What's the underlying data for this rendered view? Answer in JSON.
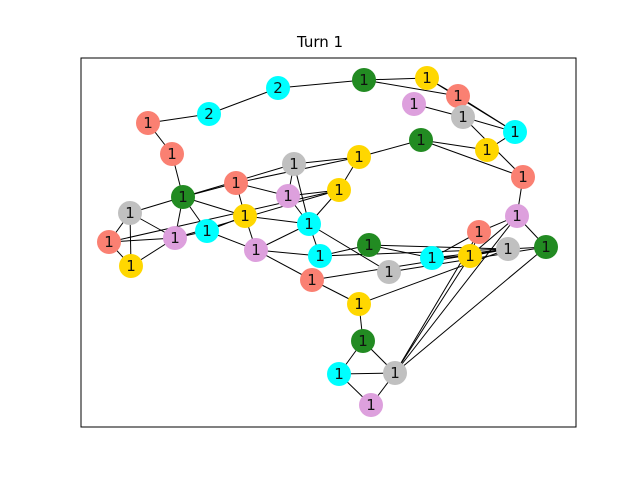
{
  "title": "Turn 1",
  "colors": {
    "green": "#228b22",
    "yellow": "#ffd700",
    "salmon": "#fa8072",
    "plum": "#dda0dd",
    "gray": "#c0c0c0",
    "cyan": "#00ffff"
  },
  "nodes": [
    {
      "id": "a1",
      "label": "1",
      "color": "green"
    },
    {
      "id": "a2",
      "label": "1",
      "color": "yellow"
    },
    {
      "id": "a3",
      "label": "1",
      "color": "plum"
    },
    {
      "id": "a4",
      "label": "1",
      "color": "salmon"
    },
    {
      "id": "a5",
      "label": "1",
      "color": "gray"
    },
    {
      "id": "a6",
      "label": "1",
      "color": "cyan"
    },
    {
      "id": "a7",
      "label": "1",
      "color": "green"
    },
    {
      "id": "a8",
      "label": "1",
      "color": "yellow"
    },
    {
      "id": "a9",
      "label": "1",
      "color": "salmon"
    },
    {
      "id": "c1",
      "label": "2",
      "color": "cyan"
    },
    {
      "id": "c2",
      "label": "2",
      "color": "cyan"
    },
    {
      "id": "s1",
      "label": "1",
      "color": "salmon"
    },
    {
      "id": "s2",
      "label": "1",
      "color": "salmon"
    },
    {
      "id": "g1",
      "label": "1",
      "color": "gray"
    },
    {
      "id": "y1",
      "label": "1",
      "color": "yellow"
    },
    {
      "id": "s3",
      "label": "1",
      "color": "salmon"
    },
    {
      "id": "y2",
      "label": "1",
      "color": "yellow"
    },
    {
      "id": "p1",
      "label": "1",
      "color": "plum"
    },
    {
      "id": "gr1",
      "label": "1",
      "color": "green"
    },
    {
      "id": "y3",
      "label": "1",
      "color": "yellow"
    },
    {
      "id": "cy1",
      "label": "1",
      "color": "cyan"
    },
    {
      "id": "gy1",
      "label": "1",
      "color": "gray"
    },
    {
      "id": "s4",
      "label": "1",
      "color": "salmon"
    },
    {
      "id": "p2",
      "label": "1",
      "color": "plum"
    },
    {
      "id": "cy2",
      "label": "1",
      "color": "cyan"
    },
    {
      "id": "p3",
      "label": "1",
      "color": "plum"
    },
    {
      "id": "y4",
      "label": "1",
      "color": "yellow"
    },
    {
      "id": "cy3",
      "label": "1",
      "color": "cyan"
    },
    {
      "id": "gr2",
      "label": "1",
      "color": "green"
    },
    {
      "id": "gy2",
      "label": "1",
      "color": "gray"
    },
    {
      "id": "s5",
      "label": "1",
      "color": "salmon"
    },
    {
      "id": "cy4",
      "label": "1",
      "color": "cyan"
    },
    {
      "id": "y5",
      "label": "1",
      "color": "yellow"
    },
    {
      "id": "s6",
      "label": "1",
      "color": "salmon"
    },
    {
      "id": "gy3",
      "label": "1",
      "color": "gray"
    },
    {
      "id": "gr3",
      "label": "1",
      "color": "green"
    },
    {
      "id": "p4",
      "label": "1",
      "color": "plum"
    },
    {
      "id": "y6",
      "label": "1",
      "color": "yellow"
    },
    {
      "id": "gr4",
      "label": "1",
      "color": "green"
    },
    {
      "id": "cy5",
      "label": "1",
      "color": "cyan"
    },
    {
      "id": "gy4",
      "label": "1",
      "color": "gray"
    },
    {
      "id": "p5",
      "label": "1",
      "color": "plum"
    },
    {
      "id": "gy5",
      "label": "1",
      "color": "gray"
    },
    {
      "id": "s7",
      "label": "1",
      "color": "salmon"
    },
    {
      "id": "y7",
      "label": "1",
      "color": "yellow"
    },
    {
      "id": "cy6",
      "label": "1",
      "color": "cyan"
    },
    {
      "id": "gr5",
      "label": "1",
      "color": "green"
    },
    {
      "id": "s8",
      "label": "1",
      "color": "salmon"
    },
    {
      "id": "p6",
      "label": "1",
      "color": "plum"
    }
  ],
  "edges": [
    [
      "c2",
      "c1"
    ],
    [
      "c1",
      "a1"
    ],
    [
      "a1",
      "a2"
    ],
    [
      "a1",
      "a4"
    ],
    [
      "a2",
      "a4"
    ],
    [
      "a2",
      "a6"
    ],
    [
      "a4",
      "a5"
    ],
    [
      "a5",
      "a6"
    ],
    [
      "a4",
      "a6"
    ],
    [
      "a3",
      "a5"
    ],
    [
      "a7",
      "a9"
    ],
    [
      "a5",
      "a9"
    ],
    [
      "a8",
      "a6"
    ],
    [
      "a7",
      "a8"
    ],
    [
      "a9",
      "s8"
    ],
    [
      "s8",
      "p6"
    ],
    [
      "p6",
      "gy4"
    ],
    [
      "p6",
      "s7"
    ],
    [
      "p6",
      "gr5"
    ],
    [
      "s7",
      "gy4"
    ],
    [
      "gr5",
      "gy4"
    ],
    [
      "gy4",
      "y7"
    ],
    [
      "y7",
      "s7"
    ],
    [
      "s7",
      "cy6"
    ],
    [
      "y7",
      "cy6"
    ],
    [
      "c2",
      "s1"
    ],
    [
      "s1",
      "s2"
    ],
    [
      "s2",
      "gr1"
    ],
    [
      "gr1",
      "y3"
    ],
    [
      "gr1",
      "g1"
    ],
    [
      "gr1",
      "s3"
    ],
    [
      "gr1",
      "cy1"
    ],
    [
      "gr1",
      "gy1"
    ],
    [
      "gr1",
      "p2"
    ],
    [
      "gy1",
      "s4"
    ],
    [
      "gy1",
      "p2"
    ],
    [
      "s4",
      "y2"
    ],
    [
      "s4",
      "p2"
    ],
    [
      "p2",
      "y2"
    ],
    [
      "s3",
      "y1"
    ],
    [
      "s3",
      "p1"
    ],
    [
      "s3",
      "y3"
    ],
    [
      "g1",
      "p1"
    ],
    [
      "g1",
      "cy2"
    ],
    [
      "g1",
      "y1"
    ],
    [
      "y1",
      "y2"
    ],
    [
      "p1",
      "y2"
    ],
    [
      "p1",
      "cy2"
    ],
    [
      "y2",
      "cy2"
    ],
    [
      "y1",
      "a7"
    ],
    [
      "y3",
      "cy1"
    ],
    [
      "y3",
      "p3"
    ],
    [
      "cy1",
      "p3"
    ],
    [
      "cy1",
      "p2"
    ],
    [
      "y3",
      "cy2"
    ],
    [
      "cy2",
      "p3"
    ],
    [
      "cy2",
      "cy3"
    ],
    [
      "cy2",
      "gy2"
    ],
    [
      "p3",
      "cy3"
    ],
    [
      "p3",
      "s5"
    ],
    [
      "cy3",
      "gr2"
    ],
    [
      "cy3",
      "gy3"
    ],
    [
      "s5",
      "gy3"
    ],
    [
      "s5",
      "y6"
    ],
    [
      "gr2",
      "gy3"
    ],
    [
      "gr2",
      "cy4"
    ],
    [
      "gy3",
      "cy4"
    ],
    [
      "gy3",
      "y5"
    ],
    [
      "gy3",
      "y6"
    ],
    [
      "cy4",
      "y5"
    ],
    [
      "y5",
      "p6"
    ],
    [
      "gy3",
      "gr3"
    ],
    [
      "gr3",
      "gy2"
    ],
    [
      "y6",
      "gr4"
    ],
    [
      "gr4",
      "cy5"
    ],
    [
      "gr4",
      "gy5"
    ],
    [
      "cy5",
      "gy5"
    ],
    [
      "cy5",
      "p5"
    ],
    [
      "gy5",
      "p5"
    ]
  ]
}
